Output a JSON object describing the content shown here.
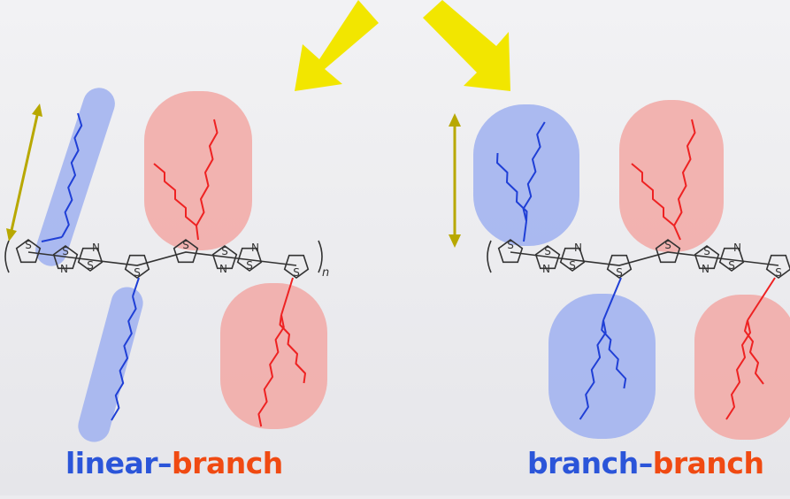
{
  "left_caption": {
    "first": "linear",
    "sep": "–",
    "second": "branch"
  },
  "right_caption": {
    "first": "branch",
    "sep": "–",
    "second": "branch"
  },
  "atoms": {
    "sulfur": "S",
    "nitrogen": "N",
    "repeat_index": "n"
  },
  "colors": {
    "background": "#ececef",
    "arrow": "#f2e600",
    "dimension_arrow": "#b8a800",
    "blue_region": "#9fb0f0",
    "red_region": "#f2a8a4",
    "blue_chain": "#1f3fd6",
    "red_chain": "#ee2222",
    "backbone": "#333333",
    "caption_blue": "#2b55d9",
    "caption_red": "#f04a12"
  }
}
